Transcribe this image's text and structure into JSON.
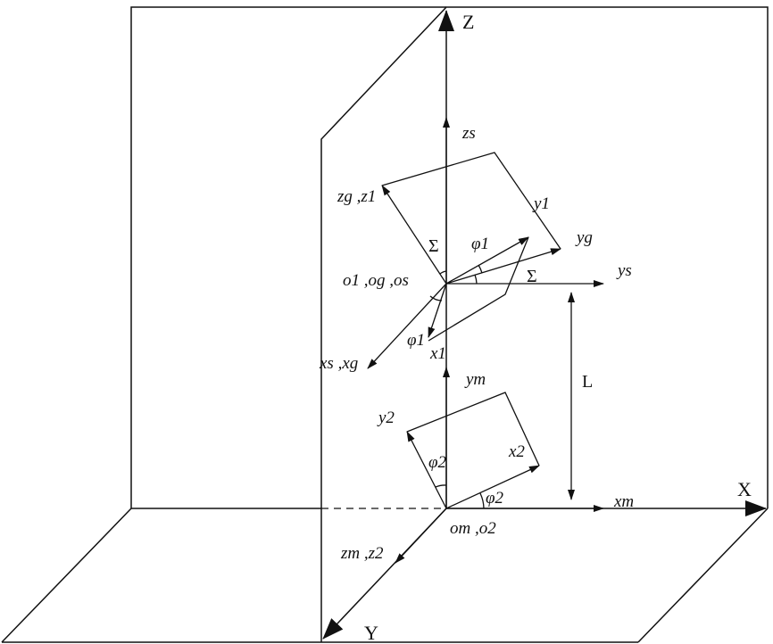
{
  "colors": {
    "ink": "#111111",
    "background": "#ffffff"
  },
  "labels": {
    "axis_Z": "Z",
    "axis_X": "X",
    "axis_Y": "Y",
    "z_s": "zs",
    "z_g_z1": "zg ,z1",
    "y_1": "y1",
    "y_g": "yg",
    "phi_1_top": "φ1",
    "sigma_top": "Σ",
    "sigma_right": "Σ",
    "y_s": "ys",
    "origin_top": "o1 ,og ,os",
    "phi_1_bottom": "φ1",
    "x_1": "x1",
    "x_s_x_g": "xs ,xg",
    "y_m": "ym",
    "distance_L": "L",
    "y_2": "y2",
    "phi_2_left": "φ2",
    "x_2": "x2",
    "phi_2_bottom": "φ2",
    "x_m": "xm",
    "origin_bottom": "om ,o2",
    "z_m_z_2": "zm ,z2"
  }
}
